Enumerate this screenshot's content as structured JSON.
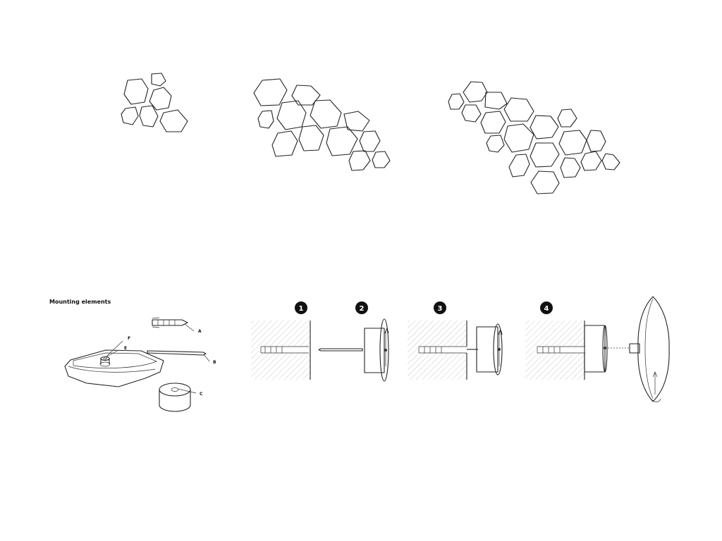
{
  "mounting": {
    "title": "Mounting elements",
    "parts": {
      "A": "A",
      "B": "B",
      "C": "C",
      "E": "E",
      "F": "F"
    }
  },
  "steps": [
    {
      "number": "1"
    },
    {
      "number": "2"
    },
    {
      "number": "3"
    },
    {
      "number": "4"
    }
  ],
  "icons": {
    "pebble_cluster": "pebble-cluster-icon",
    "wall_plug": "wall-plug-icon",
    "screw": "screw-icon",
    "spacer": "spacer-icon",
    "base_plate": "base-plate-icon",
    "panel": "panel-icon"
  },
  "colors": {
    "line": "#222222",
    "step_badge": "#111111",
    "background": "#ffffff"
  }
}
